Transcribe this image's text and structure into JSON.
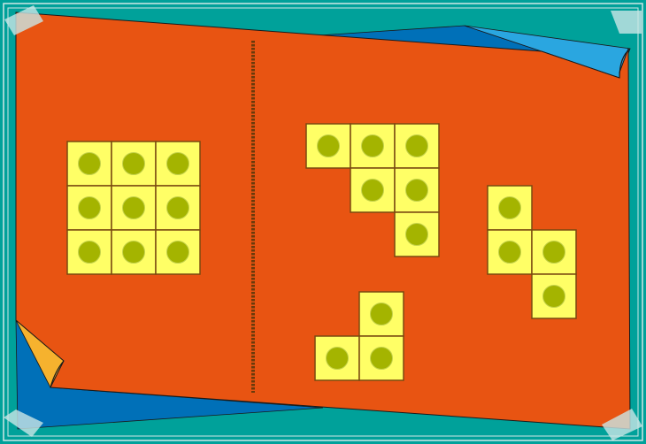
{
  "colors": {
    "background": "#00a19a",
    "frame_line": "#cfe8e6",
    "paper": "#e85412",
    "paper_edge": "#1a1a1a",
    "fold_blue_dark": "#0070b8",
    "fold_blue_light": "#2aa6e0",
    "fold_yellow": "#f6b22e",
    "tape": "#c9e6e6",
    "divider": "#6a3a0a",
    "tile_fill": "#ffff66",
    "tile_stroke": "#7a4a10",
    "dot_fill": "#a4b400"
  },
  "board": {
    "target_shape": {
      "name": "square-3x3",
      "cells": [
        [
          0,
          0
        ],
        [
          1,
          0
        ],
        [
          2,
          0
        ],
        [
          0,
          1
        ],
        [
          1,
          1
        ],
        [
          2,
          1
        ],
        [
          0,
          2
        ],
        [
          1,
          2
        ],
        [
          2,
          2
        ]
      ]
    },
    "pieces": [
      {
        "name": "piece-hook-six",
        "cells": [
          [
            0,
            0
          ],
          [
            1,
            0
          ],
          [
            2,
            0
          ],
          [
            1,
            1
          ],
          [
            2,
            1
          ],
          [
            2,
            2
          ]
        ]
      },
      {
        "name": "piece-s-four",
        "cells": [
          [
            0,
            0
          ],
          [
            0,
            1
          ],
          [
            1,
            1
          ],
          [
            1,
            2
          ]
        ]
      },
      {
        "name": "piece-l-three",
        "cells": [
          [
            1,
            0
          ],
          [
            0,
            1
          ],
          [
            1,
            1
          ]
        ]
      }
    ]
  }
}
